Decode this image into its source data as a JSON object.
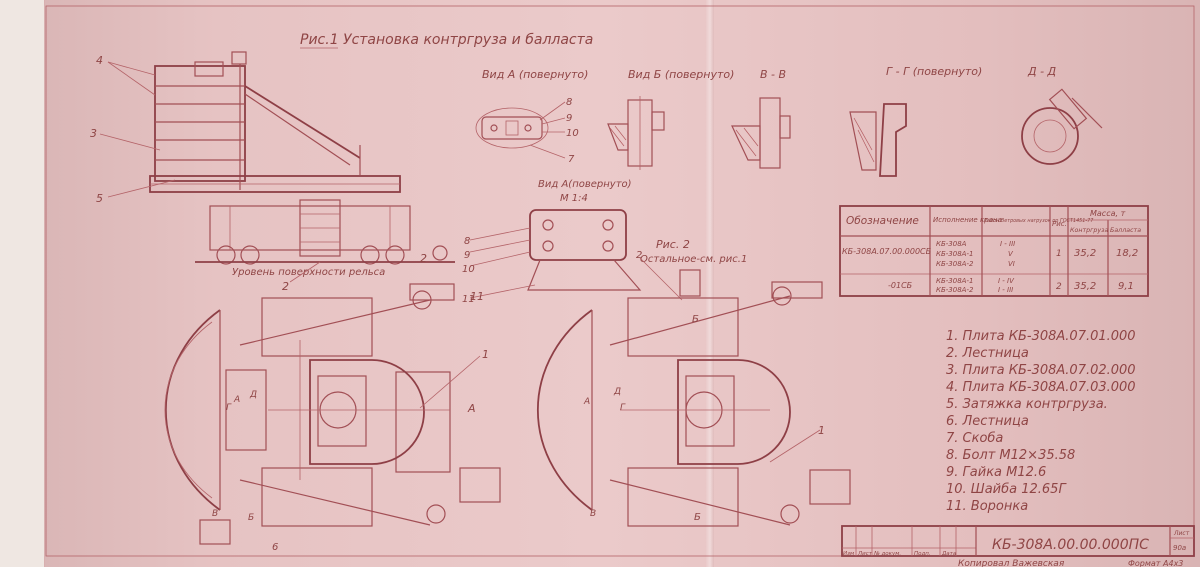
{
  "title": "Рис.1 Установка контргруза и балласта",
  "views": {
    "a": "Вид А (повернуто)",
    "b": "Вид Б (повернуто)",
    "v": "В - В",
    "g": "Г - Г (повернуто)",
    "d": "Д - Д",
    "a_detail": "Вид А(повернуто)",
    "scale": "М 1:4"
  },
  "fig2_title": "Рис. 2",
  "fig2_note": "Остальное-см. рис.1",
  "rail_level": "Уровень поверхности рельса",
  "callouts": {
    "side": [
      "4",
      "3",
      "5",
      "2"
    ],
    "va": [
      "8",
      "9",
      "10",
      "7"
    ],
    "detail": [
      "8",
      "9",
      "10",
      "11"
    ],
    "plan1": [
      "1",
      "2",
      "11",
      "А"
    ],
    "plan1_sections": [
      "Д",
      "Г",
      "А",
      "В",
      "Б",
      "6"
    ],
    "plan2": [
      "2",
      "1"
    ],
    "plan2_sections": [
      "Б",
      "Д",
      "А",
      "В",
      "Б",
      "Г"
    ]
  },
  "table": {
    "headers": [
      "Обозначение",
      "Исполнение крана",
      "Район Ветровых нагрузок по ГОСТ1451-77",
      "Рис.",
      "Масса, т"
    ],
    "mass_sub": [
      "Контргруза",
      "Балласта"
    ],
    "rows": [
      {
        "designation": "КБ-308А.07.00.000СБ",
        "variants": [
          "КБ-308А",
          "КБ-308А-1",
          "КБ-308А-2"
        ],
        "zones": [
          "I - III",
          "V",
          "VI"
        ],
        "fig": "1",
        "counter": "35,2",
        "ballast": "18,2"
      },
      {
        "designation": "-01СБ",
        "variants": [
          "КБ-308А-1",
          "КБ-308А-2"
        ],
        "zones": [
          "I - IV",
          "I - III"
        ],
        "fig": "2",
        "counter": "35,2",
        "ballast": "9,1"
      }
    ]
  },
  "parts": [
    "1. Плита КБ-308А.07.01.000",
    "2. Лестница",
    "3. Плита КБ-308А.07.02.000",
    "4. Плита КБ-308А.07.03.000",
    "5. Затяжка контргруза.",
    "6. Лестница",
    "7. Скоба",
    "8. Болт М12×35.58",
    "9. Гайка М12.6",
    "10. Шайба 12.65Г",
    "11. Воронка"
  ],
  "stamp": {
    "code": "КБ-308А.00.00.000ПС",
    "cols": [
      "Изм",
      "Лист",
      "№ докум.",
      "Подп.",
      "Дата"
    ],
    "sheet_label": "Лист",
    "sheet_no": "90а"
  },
  "footer": {
    "copied": "Копировал Важевская",
    "format": "Формат А4х3"
  },
  "colors": {
    "paper": "#e8c6c6",
    "ink": "#a24f55"
  }
}
